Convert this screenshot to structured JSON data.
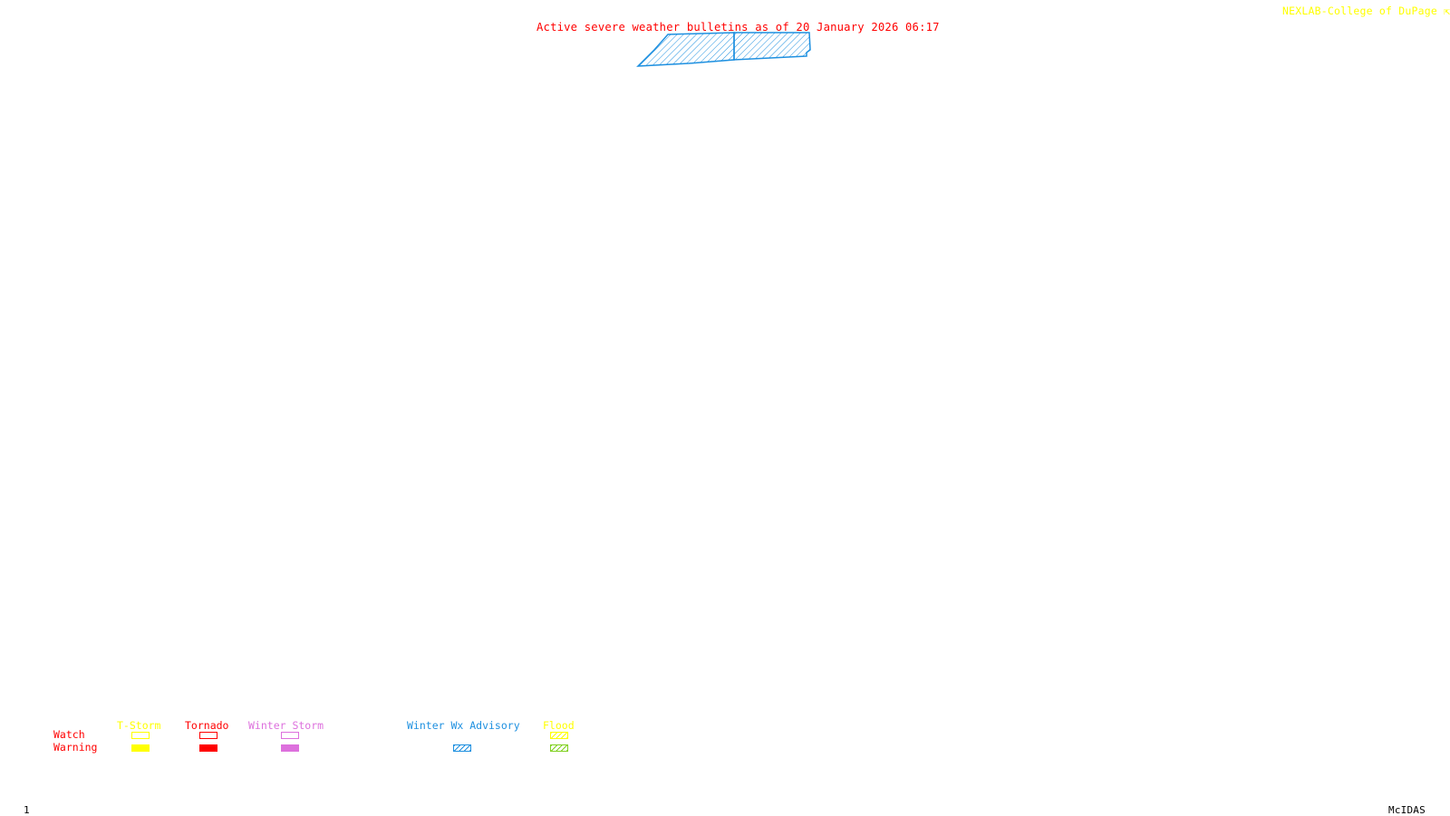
{
  "header": {
    "title": "Active severe weather bulletins as of 20 January 2026 06:17",
    "title_color": "#ff0000",
    "credit": "NEXLAB-College of DuPage",
    "credit_color": "#ffff00",
    "credit_icon": "logo-arrow-icon"
  },
  "map": {
    "active_bulletins": [
      {
        "type": "Winter Wx Advisory",
        "level": "Advisory",
        "color": "#1e90e0",
        "pattern": "hatched",
        "zones": 2
      }
    ]
  },
  "legend": {
    "row_labels": {
      "watch": "Watch",
      "warning": "Warning",
      "color": "#ff0000"
    },
    "categories": [
      {
        "name": "T-Storm",
        "color": "#ffff00",
        "watch": "outline",
        "warning": "solid"
      },
      {
        "name": "Tornado",
        "color": "#ff0000",
        "watch": "outline",
        "warning": "solid"
      },
      {
        "name": "Winter Storm",
        "color": "#dd70dd",
        "watch": "outline",
        "warning": "solid"
      },
      {
        "name": "Winter Wx Advisory",
        "color": "#1e90e0",
        "watch": null,
        "warning": "hatched"
      },
      {
        "name": "Flood",
        "color": "#ffff00",
        "watch": "hatched",
        "warning": "hatched",
        "warning_color": "#80d020"
      }
    ]
  },
  "footer": {
    "frame_number": "1",
    "software": "McIDAS"
  }
}
